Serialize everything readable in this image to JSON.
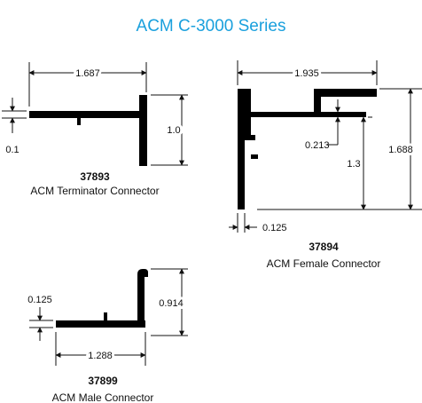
{
  "title": "ACM C-3000 Series",
  "colors": {
    "title": "#1aa0dd",
    "profile": "#000000",
    "line": "#111111"
  },
  "parts": [
    {
      "part_number": "37893",
      "name": "ACM Terminator Connector",
      "dimensions": {
        "width": "1.687",
        "height": "1.0",
        "thickness": "0.1"
      }
    },
    {
      "part_number": "37894",
      "name": "ACM Female Connector",
      "dimensions": {
        "width": "1.935",
        "height": "1.688",
        "inner_height": "1.3",
        "gap": "0.213",
        "thickness": "0.125"
      }
    },
    {
      "part_number": "37899",
      "name": "ACM Male Connector",
      "dimensions": {
        "width": "1.288",
        "height": "0.914",
        "thickness": "0.125"
      }
    }
  ]
}
